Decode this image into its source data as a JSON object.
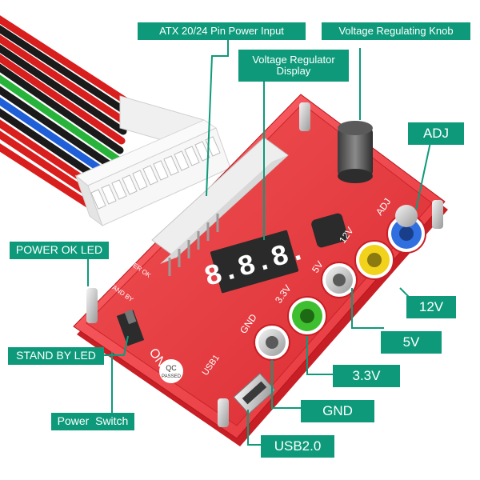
{
  "labels": {
    "atx_input": "ATX 20/24 Pin Power Input",
    "voltage_knob": "Voltage Regulating Knob",
    "regulator_display": "Voltage Regulator\nDisplay",
    "adj": "ADJ",
    "power_ok_led": "POWER OK LED",
    "v12": "12V",
    "v5": "5V",
    "stand_by_led": "STAND BY LED",
    "v33": "3.3V",
    "gnd": "GND",
    "power_switch": "Power  Switch",
    "usb2": "USB2.0"
  },
  "board": {
    "display_digits": "8.8.8.",
    "silk_adj": "ADJ",
    "silk_12v": "12V",
    "silk_5v": "5V",
    "silk_33v": "3.3V",
    "silk_gnd": "GND",
    "silk_usb": "USB1",
    "silk_on": "ON",
    "silk_power_ok": "POWER OK",
    "silk_stand_by": "STAND BY",
    "silk_qc": "QC",
    "silk_passed": "PASSED"
  },
  "colors": {
    "label_bg": "#0e9a7a",
    "board_red": "#e8383d",
    "terminal_yellow": "#f2d21b",
    "terminal_blue": "#2f6fe0",
    "terminal_green": "#3fbf2f",
    "terminal_silver": "#c9c9c9"
  }
}
